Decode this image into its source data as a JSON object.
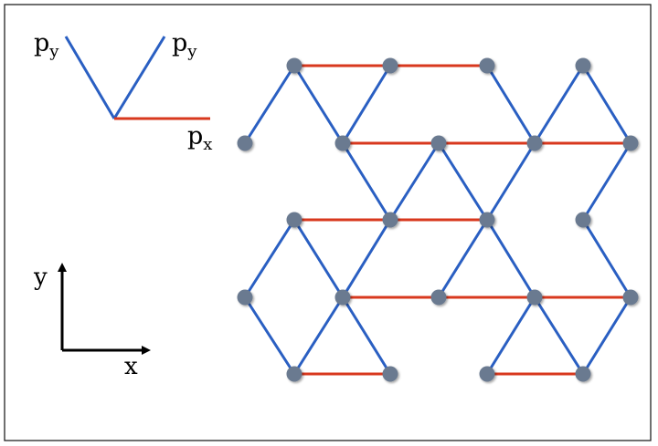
{
  "legend": {
    "py_left": {
      "base": "p",
      "sub": "y"
    },
    "py_right": {
      "base": "p",
      "sub": "y"
    },
    "px": {
      "base": "p",
      "sub": "x"
    }
  },
  "axes": {
    "y_label": "y",
    "x_label": "x"
  },
  "colors": {
    "py_bond": "#2a5fc2",
    "px_bond": "#d8381e",
    "node": "#6b7a90",
    "frame": "#222222",
    "axis": "#000000"
  }
}
